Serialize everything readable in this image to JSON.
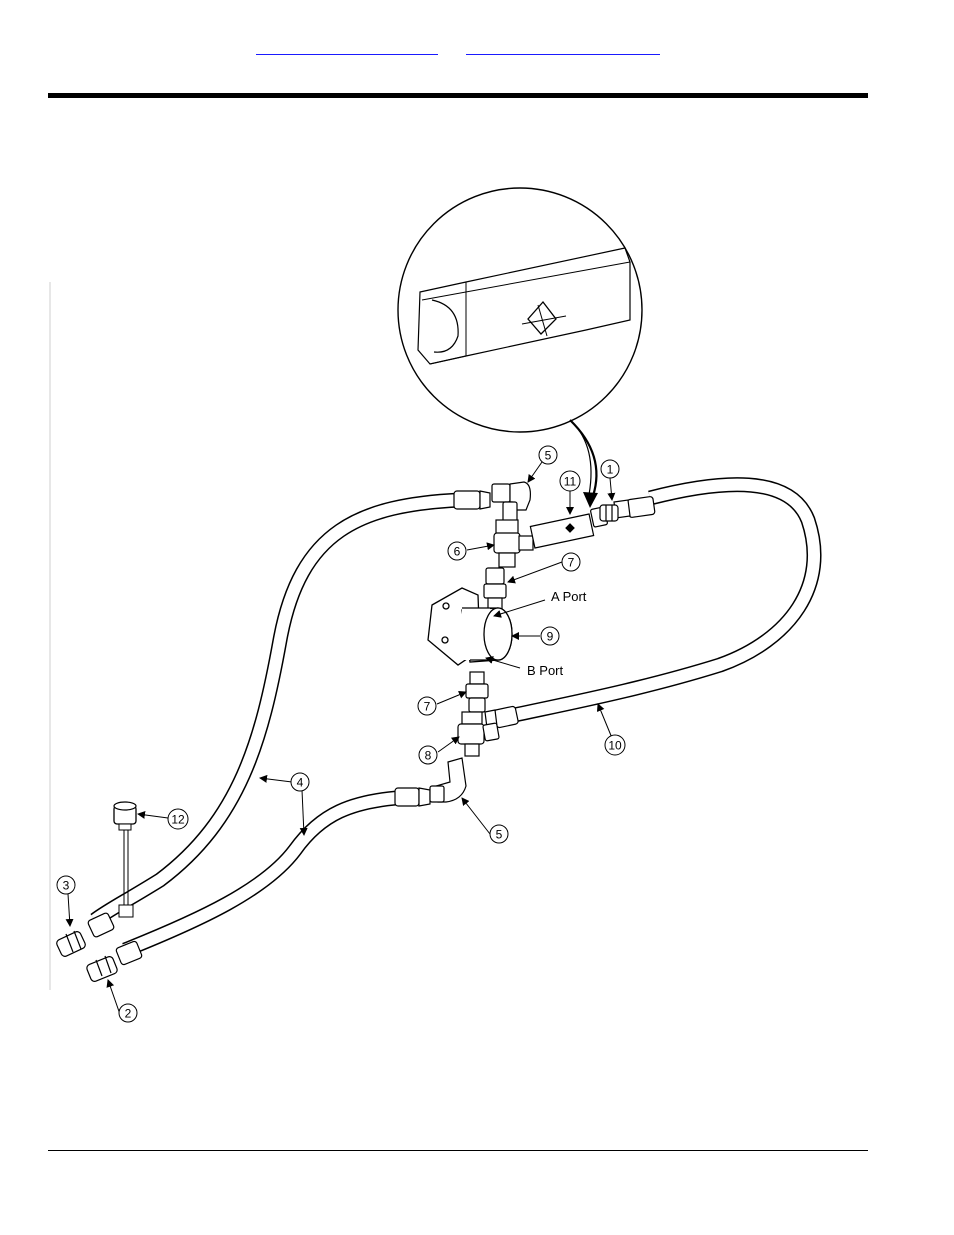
{
  "callouts": [
    "1",
    "2",
    "3",
    "4",
    "4",
    "5",
    "5",
    "6",
    "7",
    "7",
    "8",
    "9",
    "10",
    "11",
    "12"
  ],
  "port_labels": {
    "a": "A  Port",
    "b": "B  Port"
  }
}
